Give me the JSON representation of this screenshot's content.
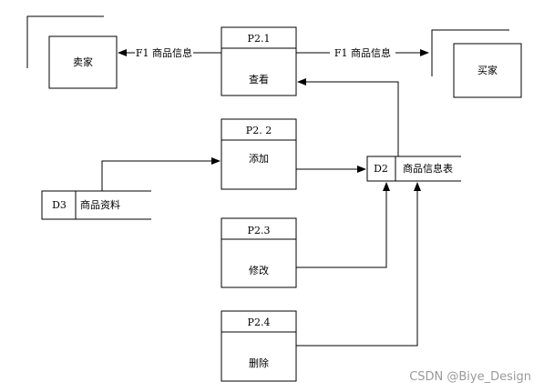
{
  "entities": {
    "left": "卖家",
    "right": "买家"
  },
  "processes": [
    {
      "id": "P2.1",
      "name": "查看"
    },
    {
      "id": "P2. 2",
      "name": "添加"
    },
    {
      "id": "P2.3",
      "name": "修改"
    },
    {
      "id": "P2.4",
      "name": "删除"
    }
  ],
  "stores": {
    "d2": {
      "id": "D2",
      "name": "商品信息表"
    },
    "d3": {
      "id": "D3",
      "name": "商品资料"
    }
  },
  "flows": {
    "to_seller": "F1 商品信息",
    "to_buyer": "F1 商品信息"
  },
  "watermark": "CSDN @Biye_Design",
  "colors": {
    "line": "#000000",
    "watermark": "#9a9a9a"
  }
}
